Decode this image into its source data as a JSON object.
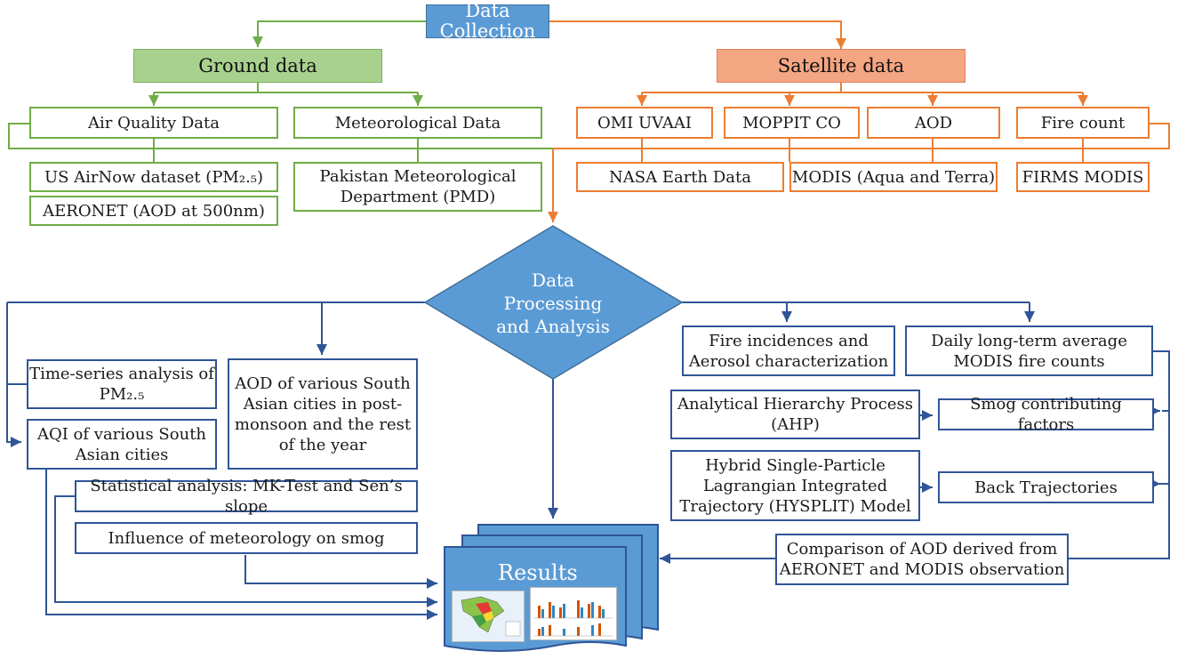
{
  "top": {
    "title": "Data Collection"
  },
  "ground": {
    "title": "Ground data",
    "air_quality": "Air Quality Data",
    "meteorological": "Meteorological Data",
    "airnow": "US AirNow dataset (PM₂.₅)",
    "aeronet": "AERONET (AOD at 500nm)",
    "pmd": "Pakistan Meteorological\nDepartment (PMD)"
  },
  "satellite": {
    "title": "Satellite data",
    "omi": "OMI UVAAI",
    "moppit": "MOPPIT CO",
    "aod": "AOD",
    "fire": "Fire count",
    "nasa": "NASA Earth Data",
    "modis": "MODIS (Aqua and Terra)",
    "firms": "FIRMS MODIS"
  },
  "processing": {
    "label": "Data\nProcessing\nand Analysis"
  },
  "left": {
    "timeseries": "Time-series analysis of\nPM₂.₅",
    "aqi": "AQI of various South\nAsian cities",
    "aod_cities": "AOD of various South\nAsian cities in post-\nmonsoon and the rest\nof the year",
    "statistical": "Statistical analysis: MK-Test and Sen’s slope",
    "influence": "Influence of meteorology on smog"
  },
  "right": {
    "fire_incidences": "Fire incidences and\nAerosol characterization",
    "daily_fire": "Daily long-term average\nMODIS fire counts",
    "ahp": "Analytical Hierarchy Process\n(AHP)",
    "smog_factors": "Smog contributing factors",
    "hysplit": "Hybrid Single-Particle\nLagrangian Integrated\nTrajectory (HYSPLIT) Model",
    "back_traj": "Back Trajectories",
    "comparison": "Comparison of AOD derived from\nAERONET and MODIS observation"
  },
  "results": {
    "label": "Results"
  },
  "colors": {
    "blue": "#2f5597",
    "green": "#70ad47",
    "orange": "#ed7d31",
    "fill_blue": "#5b9bd5"
  }
}
